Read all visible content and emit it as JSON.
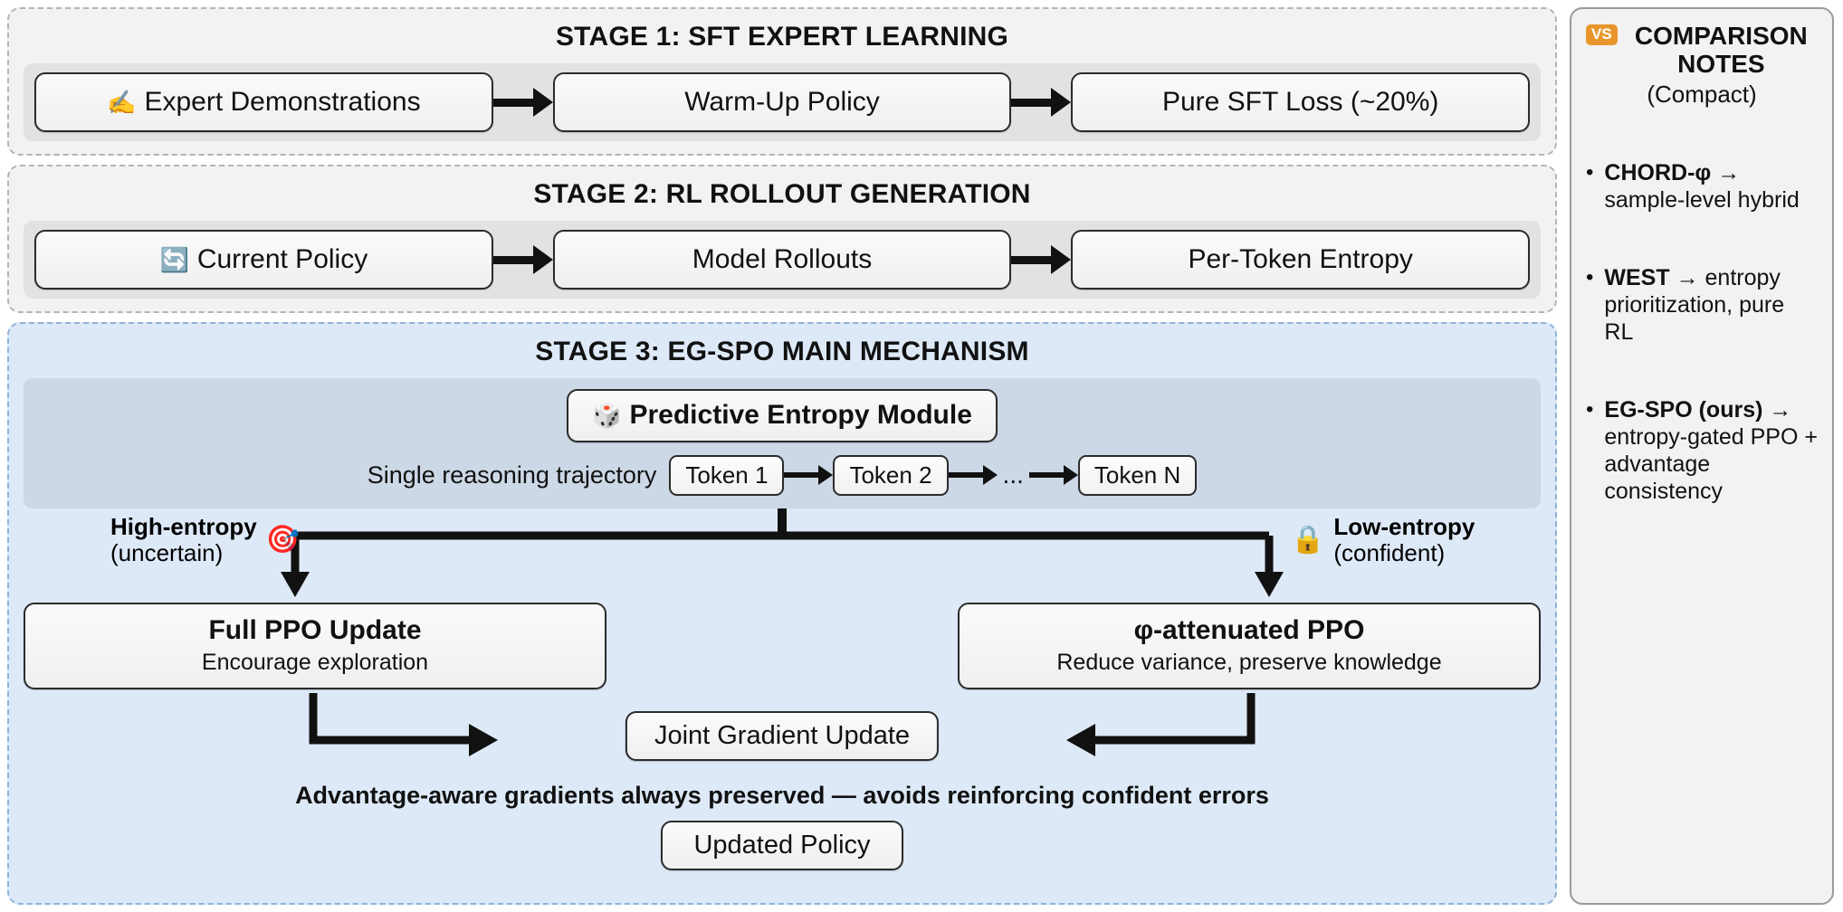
{
  "stages": [
    {
      "id": "stage1",
      "title": "STAGE 1: SFT EXPERT LEARNING",
      "nodes": [
        {
          "icon": "writing-hand-icon",
          "glyph": "✍️",
          "label": "Expert Demonstrations"
        },
        {
          "icon": "",
          "glyph": "",
          "label": "Warm-Up Policy"
        },
        {
          "icon": "",
          "glyph": "",
          "label": "Pure SFT Loss (~20%)"
        }
      ]
    },
    {
      "id": "stage2",
      "title": "STAGE 2: RL ROLLOUT GENERATION",
      "nodes": [
        {
          "icon": "refresh-icon",
          "glyph": "🔄",
          "label": "Current Policy"
        },
        {
          "icon": "",
          "glyph": "",
          "label": "Model Rollouts"
        },
        {
          "icon": "",
          "glyph": "",
          "label": "Per-Token Entropy"
        }
      ]
    }
  ],
  "stage3": {
    "title": "STAGE 3: EG-SPO MAIN MECHANISM",
    "module": {
      "icon": "dice-icon",
      "glyph": "🎲",
      "label": "Predictive Entropy Module"
    },
    "trajectory_label": "Single reasoning trajectory",
    "tokens": [
      "Token 1",
      "Token 2",
      "...",
      "Token N"
    ],
    "branches": {
      "high": {
        "title": "High-entropy",
        "subtitle": "(uncertain)",
        "icon": "target-dart-icon",
        "glyph": "🎯",
        "box_title": "Full PPO Update",
        "box_sub": "Encourage exploration"
      },
      "low": {
        "title": "Low-entropy",
        "subtitle": "(confident)",
        "icon": "lock-icon",
        "glyph": "🔒",
        "box_title": "φ-attenuated PPO",
        "box_sub": "Reduce variance, preserve knowledge"
      }
    },
    "joint_update": "Joint Gradient Update",
    "footer_note": "Advantage-aware gradients always preserved — avoids reinforcing confident errors",
    "updated_policy": "Updated Policy"
  },
  "sidebar": {
    "badge": "VS",
    "title": "COMPARISON NOTES",
    "subtitle": "(Compact)",
    "items": [
      {
        "bullet": "•",
        "strong": "CHORD-φ →",
        "rest": " sample-level hybrid"
      },
      {
        "bullet": "•",
        "strong": "WEST →",
        "rest": " entropy prioritization, pure RL"
      },
      {
        "bullet": "•",
        "strong": "EG-SPO (ours) →",
        "rest": " entropy-gated PPO + advantage consistency"
      }
    ]
  },
  "colors": {
    "stage3_bg": "#dde9f7",
    "stage_gray_bg": "#f2f2f2",
    "badge_orange": "#e8962c",
    "arrow": "#111111"
  }
}
